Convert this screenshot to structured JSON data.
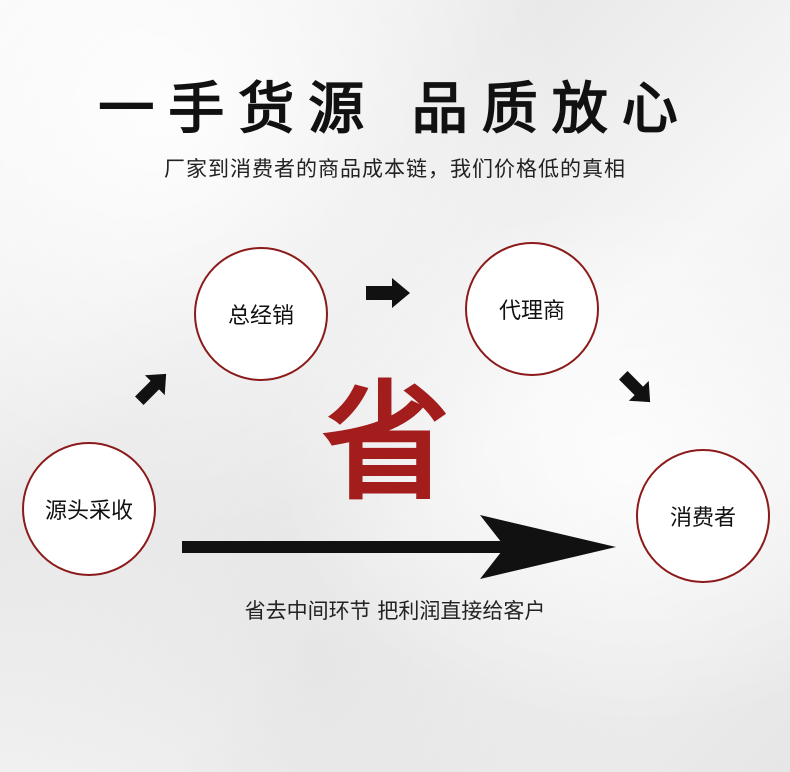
{
  "title": "一手货源 品质放心",
  "subtitle": "厂家到消费者的商品成本链，我们价格低的真相",
  "nodes": {
    "source": "源头采收",
    "general_distributor": "总经销",
    "agent": "代理商",
    "consumer": "消费者"
  },
  "save_char": "省",
  "caption": "省去中间环节 把利润直接给客户",
  "colors": {
    "accent": "#a31d1d",
    "circle_border": "#8b1a1a",
    "arrow": "#111111"
  }
}
